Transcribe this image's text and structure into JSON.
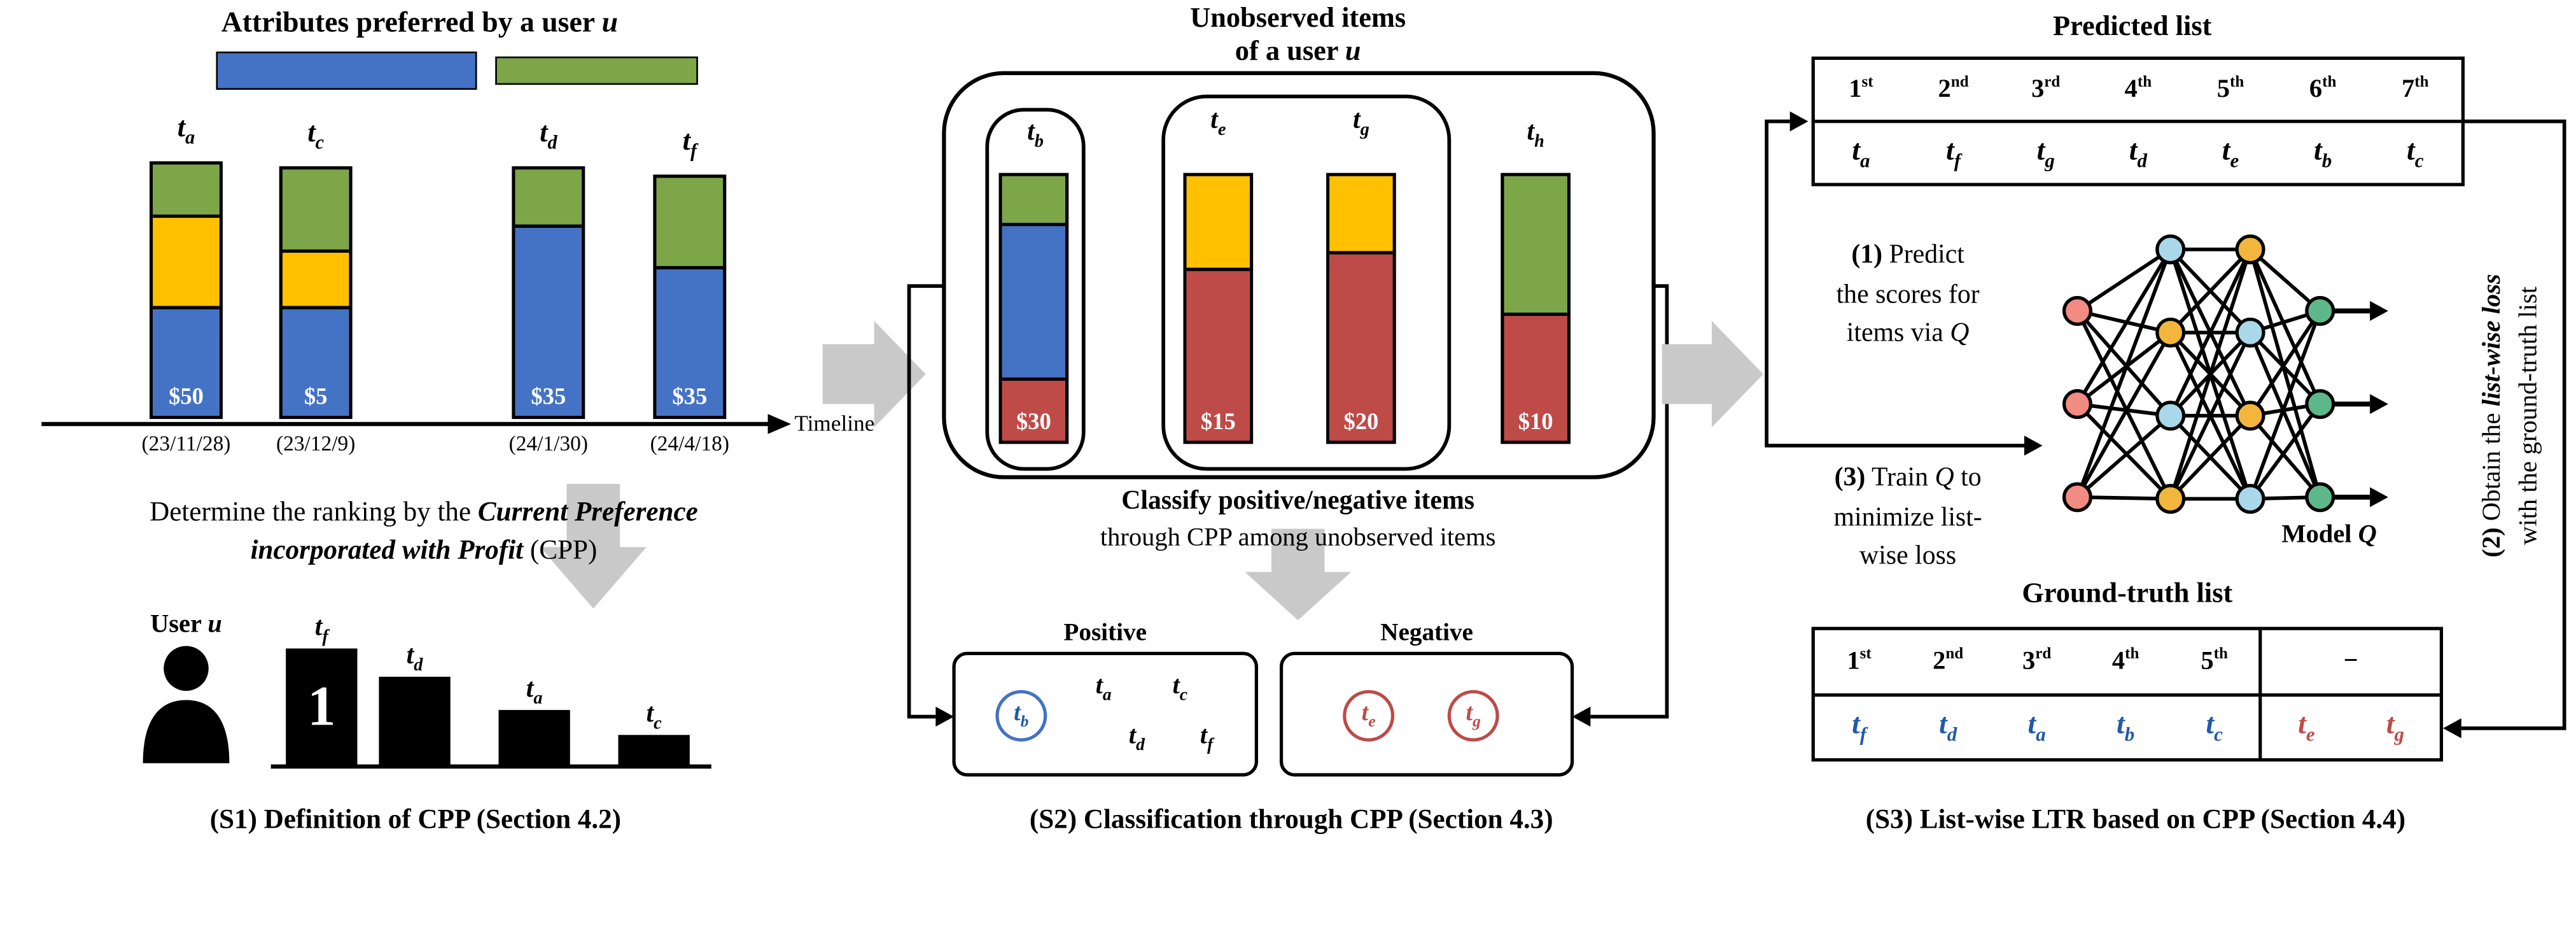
{
  "palette": {
    "bar_blue": "#4472C4",
    "bar_green": "#7DA649",
    "bar_yellow": "#FFC000",
    "bar_red": "#BE4B48",
    "rank_bar_black": "#000000",
    "flow_arrow_gray": "#C9C9C9",
    "nn_input_pink": "#F28B82",
    "nn_hidden_blue": "#A8D8EA",
    "nn_hidden_yellow": "#F2B63C",
    "nn_output_green": "#5CB88B",
    "ground_positive_blue": "#2159A8",
    "ground_negative_red": "#BE4B48"
  },
  "s1": {
    "title": {
      "prefix": "Attributes preferred by a user ",
      "user": "u"
    },
    "bars": [
      {
        "base": "t",
        "sub": "a",
        "price": "$50",
        "date": "(23/11/28)",
        "segments": [
          {
            "color": "green",
            "height": 30
          },
          {
            "color": "yellow",
            "height": 55
          },
          {
            "color": "blue",
            "height": 66
          }
        ]
      },
      {
        "base": "t",
        "sub": "c",
        "price": "$5",
        "date": "(23/12/9)",
        "segments": [
          {
            "color": "green",
            "height": 48
          },
          {
            "color": "yellow",
            "height": 34
          },
          {
            "color": "blue",
            "height": 66
          }
        ]
      },
      {
        "base": "t",
        "sub": "d",
        "price": "$35",
        "date": "(24/1/30)",
        "segments": [
          {
            "color": "green",
            "height": 33
          },
          {
            "color": "blue",
            "height": 115
          }
        ]
      },
      {
        "base": "t",
        "sub": "f",
        "price": "$35",
        "date": "(24/4/18)",
        "segments": [
          {
            "color": "green",
            "height": 53
          },
          {
            "color": "blue",
            "height": 90
          }
        ]
      }
    ],
    "timeline_label": "Timeline",
    "determine": {
      "prefix": "Determine the ranking by the ",
      "emph": "Current Preference incorporated with Profit",
      "suffix": " (CPP)"
    },
    "user_label": {
      "prefix": "User ",
      "user": "u"
    },
    "ranking": [
      {
        "base": "t",
        "sub": "f",
        "badge": "1",
        "height": 71
      },
      {
        "base": "t",
        "sub": "d",
        "height": 54
      },
      {
        "base": "t",
        "sub": "a",
        "height": 34
      },
      {
        "base": "t",
        "sub": "c",
        "height": 19
      }
    ],
    "caption": "(S1)  Definition of CPP (Section 4.2)"
  },
  "s2": {
    "title": {
      "line1": "Unobserved items",
      "line2_prefix": "of a user ",
      "user": "u"
    },
    "bars": [
      {
        "base": "t",
        "sub": "b",
        "price": "$30",
        "segments": [
          {
            "color": "green",
            "height": 28
          },
          {
            "color": "blue",
            "height": 93
          },
          {
            "color": "red",
            "height": 38
          }
        ]
      },
      {
        "base": "t",
        "sub": "e",
        "price": "$15",
        "segments": [
          {
            "color": "yellow",
            "height": 55
          },
          {
            "color": "red",
            "height": 104
          }
        ]
      },
      {
        "base": "t",
        "sub": "g",
        "price": "$20",
        "segments": [
          {
            "color": "yellow",
            "height": 45
          },
          {
            "color": "red",
            "height": 114
          }
        ]
      },
      {
        "base": "t",
        "sub": "h",
        "price": "$10",
        "segments": [
          {
            "color": "green",
            "height": 82
          },
          {
            "color": "red",
            "height": 77
          }
        ]
      }
    ],
    "classify": {
      "line1": "Classify positive/negative items",
      "line2": "through CPP among unobserved items"
    },
    "positive": {
      "label": "Positive",
      "circled": {
        "base": "t",
        "sub": "b"
      },
      "plain": [
        {
          "base": "t",
          "sub": "a"
        },
        {
          "base": "t",
          "sub": "c"
        },
        {
          "base": "t",
          "sub": "d"
        },
        {
          "base": "t",
          "sub": "f"
        }
      ]
    },
    "negative": {
      "label": "Negative",
      "circled": [
        {
          "base": "t",
          "sub": "e"
        },
        {
          "base": "t",
          "sub": "g"
        }
      ]
    },
    "caption": "(S2)  Classification through CPP (Section 4.3)"
  },
  "s3": {
    "predicted": {
      "title": "Predicted list",
      "ranks": [
        {
          "n": "1",
          "suf": "st"
        },
        {
          "n": "2",
          "suf": "nd"
        },
        {
          "n": "3",
          "suf": "rd"
        },
        {
          "n": "4",
          "suf": "th"
        },
        {
          "n": "5",
          "suf": "th"
        },
        {
          "n": "6",
          "suf": "th"
        },
        {
          "n": "7",
          "suf": "th"
        }
      ],
      "items": [
        {
          "base": "t",
          "sub": "a"
        },
        {
          "base": "t",
          "sub": "f"
        },
        {
          "base": "t",
          "sub": "g"
        },
        {
          "base": "t",
          "sub": "d"
        },
        {
          "base": "t",
          "sub": "e"
        },
        {
          "base": "t",
          "sub": "b"
        },
        {
          "base": "t",
          "sub": "c"
        }
      ]
    },
    "step1": {
      "num": "(1)",
      "rest": " Predict",
      "line2": "the scores for",
      "line3_prefix": "items via ",
      "line3_q": "Q"
    },
    "step3": {
      "num": "(3)",
      "pre": " Train ",
      "q": "Q",
      "post": " to",
      "line2": "minimize list-",
      "line3": "wise loss"
    },
    "model_label": {
      "prefix": "Model ",
      "q": "Q"
    },
    "ground": {
      "title": "Ground-truth list",
      "ranks": [
        {
          "n": "1",
          "suf": "st"
        },
        {
          "n": "2",
          "suf": "nd"
        },
        {
          "n": "3",
          "suf": "rd"
        },
        {
          "n": "4",
          "suf": "th"
        },
        {
          "n": "5",
          "suf": "th"
        }
      ],
      "dash": "−",
      "items_positive": [
        {
          "base": "t",
          "sub": "f"
        },
        {
          "base": "t",
          "sub": "d"
        },
        {
          "base": "t",
          "sub": "a"
        },
        {
          "base": "t",
          "sub": "b"
        },
        {
          "base": "t",
          "sub": "c"
        }
      ],
      "items_negative": [
        {
          "base": "t",
          "sub": "e"
        },
        {
          "base": "t",
          "sub": "g"
        }
      ]
    },
    "step2": {
      "num": "(2)",
      "part1": " Obtain the ",
      "emph": "list-wise loss",
      "line2": "with the ground-truth list"
    },
    "caption": "(S3)  List-wise LTR based on CPP (Section 4.4)"
  }
}
